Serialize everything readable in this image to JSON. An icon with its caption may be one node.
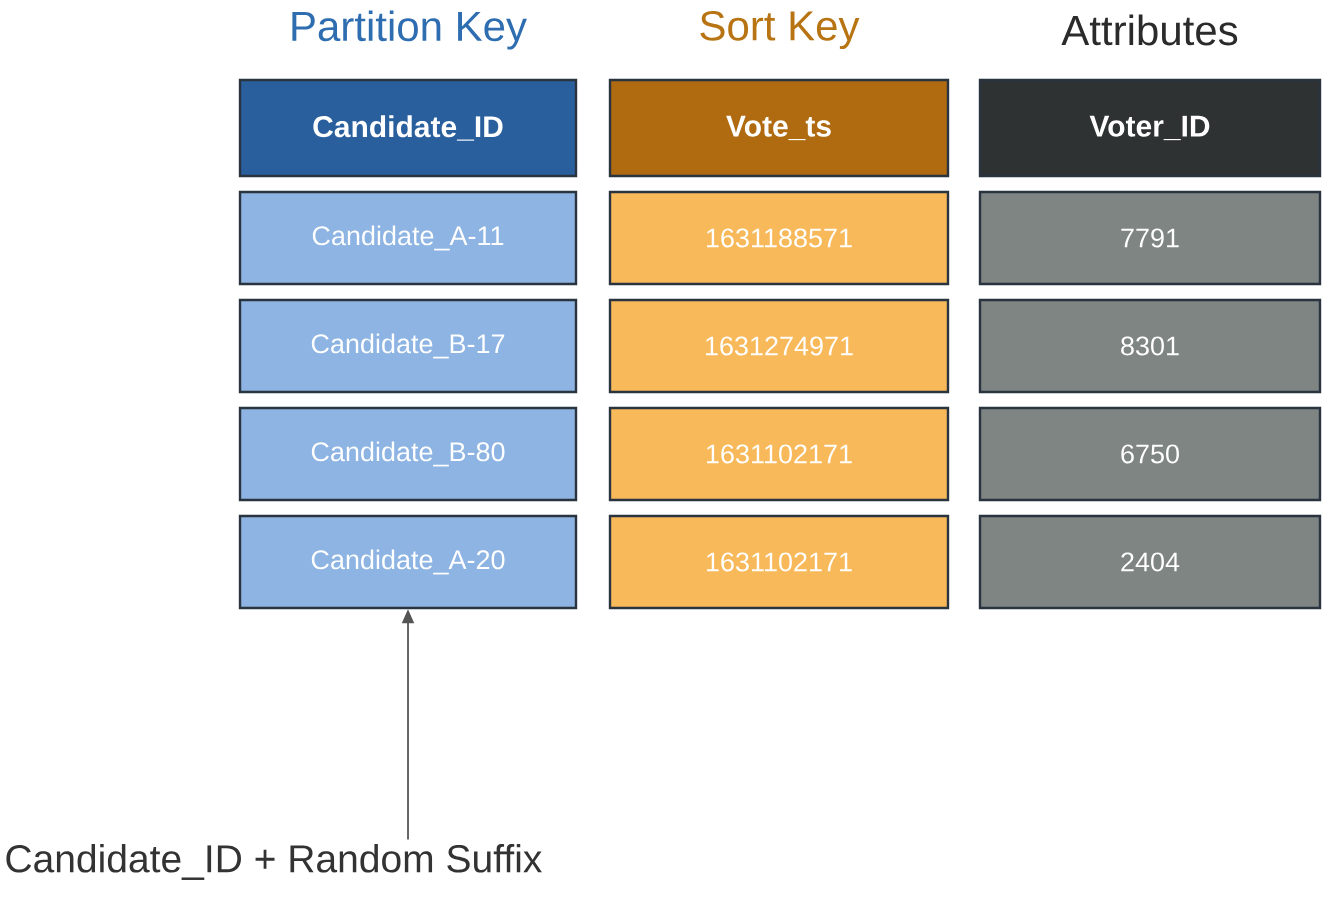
{
  "diagram": {
    "nodes": [
      {
        "text": [
          "Candidate_ID"
        ]
      },
      {
        "text": [
          "Vote_ts"
        ]
      },
      {
        "text": [
          "Voter_ID"
        ]
      },
      {
        "text": [
          "Candidate_A-11"
        ]
      },
      {
        "text": [
          "1631188571"
        ]
      },
      {
        "text": [
          "7791"
        ]
      },
      {
        "text": [
          "Candidate_B-17"
        ]
      },
      {
        "text": [
          "1631274971"
        ]
      },
      {
        "text": [
          "8301"
        ]
      },
      {
        "text": [
          "Candidate_B-80"
        ]
      },
      {
        "text": [
          "1631102171"
        ]
      },
      {
        "text": [
          "6750"
        ]
      },
      {
        "text": [
          "Candidate_A-20"
        ]
      },
      {
        "text": [
          "1631102171"
        ]
      },
      {
        "text": [
          "2404"
        ]
      },
      {
        "text": [
          "Candidate_ID + Random Suffix"
        ]
      }
    ],
    "edges": [
      {
        "from": 15,
        "to": 12,
        "arrow": "to"
      }
    ],
    "labels": [
      "Partition Key",
      "Sort Key",
      "Attributes"
    ]
  }
}
